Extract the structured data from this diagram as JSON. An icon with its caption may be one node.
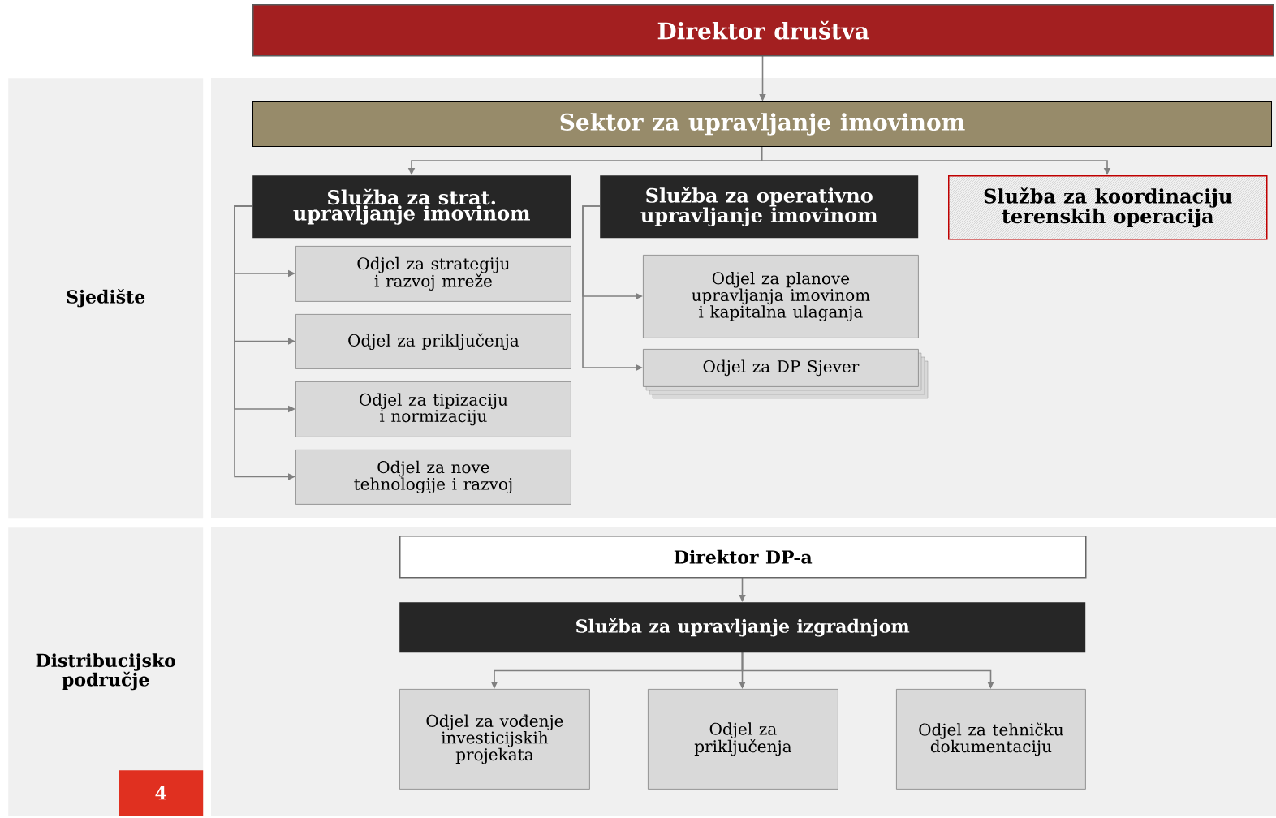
{
  "diagram": {
    "nodes": [
      {
        "text": [
          "Direktor društva"
        ]
      },
      {
        "text": [
          "Sjedište"
        ]
      },
      {
        "text": [
          "Sektor za upravljanje imovinom"
        ]
      },
      {
        "text": [
          "Služba za strat. upravljanje imovinom"
        ]
      },
      {
        "text": [
          "Služba za operativno upravljanje imovinom"
        ]
      },
      {
        "text": [
          "Služba za koordinaciju terenskih operacija"
        ]
      },
      {
        "text": [
          "Odjel za strategiju i razvoj mreže"
        ]
      },
      {
        "text": [
          "Odjel za priključenja"
        ]
      },
      {
        "text": [
          "Odjel za tipizaciju i normizaciju"
        ]
      },
      {
        "text": [
          "Odjel za nove tehnologije i razvoj"
        ]
      },
      {
        "text": [
          "Odjel za planove upravljanja imovinom i kapitalna ulaganja"
        ]
      },
      {
        "text": [
          "Odjel za DP Sjever"
        ]
      },
      {
        "text": [
          "Distribucijsko područje"
        ]
      },
      {
        "text": [
          "Direktor DP-a"
        ]
      },
      {
        "text": [
          "Služba za upravljanje izgradnjom"
        ]
      },
      {
        "text": [
          "Odjel za vođenje investicijskih projekata"
        ]
      },
      {
        "text": [
          "Odjel za priključenja"
        ]
      },
      {
        "text": [
          "Odjel za tehničku dokumentaciju"
        ]
      },
      {
        "text": [
          "4"
        ],
        "in": 12
      }
    ],
    "edges": [
      {
        "from": 0,
        "to": 2,
        "arrow": "to"
      },
      {
        "from": 2,
        "to": 3,
        "arrow": "to"
      },
      {
        "from": 2,
        "to": 5,
        "arrow": "to"
      },
      {
        "from": 3,
        "to": 6,
        "arrow": "to"
      },
      {
        "from": 3,
        "to": 7,
        "arrow": "to"
      },
      {
        "from": 3,
        "to": 8,
        "arrow": "to"
      },
      {
        "from": 3,
        "to": 9,
        "arrow": "to"
      },
      {
        "from": 4,
        "to": 10,
        "arrow": "to"
      },
      {
        "from": 4,
        "to": 11,
        "arrow": "to"
      },
      {
        "from": 13,
        "to": 14,
        "arrow": "to"
      },
      {
        "from": 14,
        "to": 15,
        "arrow": "to"
      },
      {
        "from": 14,
        "to": 16,
        "arrow": "to"
      },
      {
        "from": 14,
        "to": 17,
        "arrow": "to"
      }
    ]
  }
}
